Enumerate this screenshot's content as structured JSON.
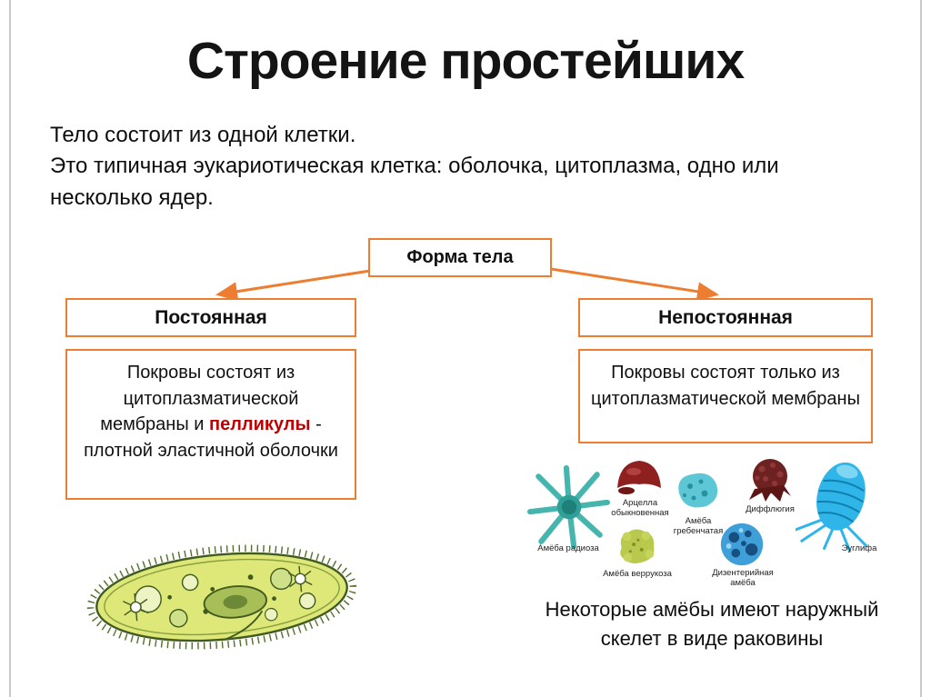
{
  "slide": {
    "title": "Строение простейших",
    "intro_line1": "Тело состоит из одной клетки.",
    "intro_line2": "Это типичная эукариотическая клетка: оболочка, цитоплазма, одно или несколько ядер."
  },
  "diagram": {
    "root_label": "Форма тела",
    "left_branch": {
      "label": "Постоянная",
      "desc_before": "Покровы состоят из цитоплазматической мембраны и ",
      "desc_highlight": "пелликулы",
      "desc_after": " - плотной эластичной оболочки"
    },
    "right_branch": {
      "label": "Непостоянная",
      "description": "Покровы состоят только из цитоплазматической мембраны"
    }
  },
  "figures": {
    "amoeba_labels": [
      "Амёба радиоза",
      "Арцелла обыкновенная",
      "Амёба гребенчатая",
      "Амёба веррукоза",
      "Диффлюгия",
      "Дизентерийная амёба",
      "Эуглифа"
    ],
    "caption": "Некоторые амёбы  имеют наружный скелет в виде раковины"
  },
  "colors": {
    "accent_orange": "#ED7D31",
    "highlight_red": "#C00000"
  }
}
